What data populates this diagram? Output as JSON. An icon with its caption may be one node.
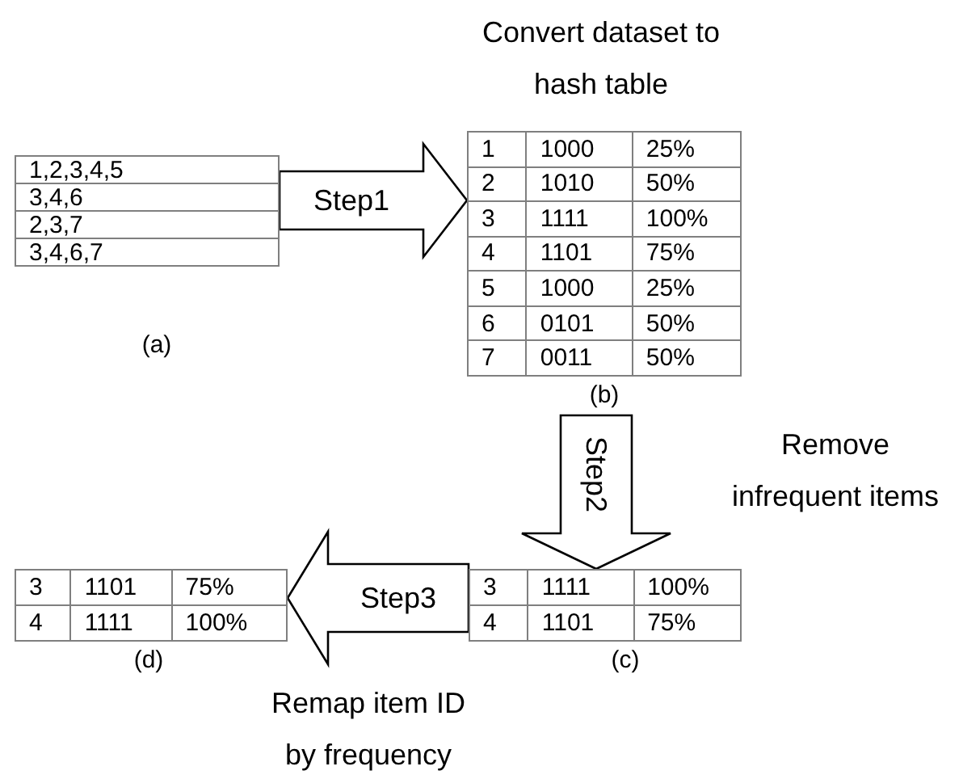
{
  "diagram": {
    "nodes": [
      {
        "text": [
          "1,2,3,4,5",
          "3,4,6",
          "2,3,7",
          "3,4,6,7"
        ],
        "beside": [
          "(a)"
        ]
      },
      {
        "text": [
          "1",
          "1000",
          "25%",
          "2",
          "1010",
          "50%",
          "3",
          "1111",
          "100%",
          "4",
          "1101",
          "75%",
          "5",
          "1000",
          "25%",
          "6",
          "0101",
          "50%",
          "7",
          "0011",
          "50%"
        ],
        "beside": [
          "(b)"
        ]
      },
      {
        "text": [
          "3",
          "1111",
          "100%",
          "4",
          "1101",
          "75%"
        ],
        "beside": [
          "(c)"
        ]
      },
      {
        "text": [
          "3",
          "1101",
          "75%",
          "4",
          "1111",
          "100%"
        ],
        "beside": [
          "(d)"
        ]
      }
    ],
    "edges": [
      {
        "from": 0,
        "to": 1,
        "arrow": "to",
        "label": "Step1"
      },
      {
        "from": 1,
        "to": 2,
        "arrow": "to",
        "label": "Step2"
      },
      {
        "from": 2,
        "to": 3,
        "arrow": "to",
        "label": "Step3"
      }
    ],
    "labels": [
      "Convert dataset to hash table",
      "Remove infrequent items",
      "Remap item ID by frequency"
    ]
  }
}
